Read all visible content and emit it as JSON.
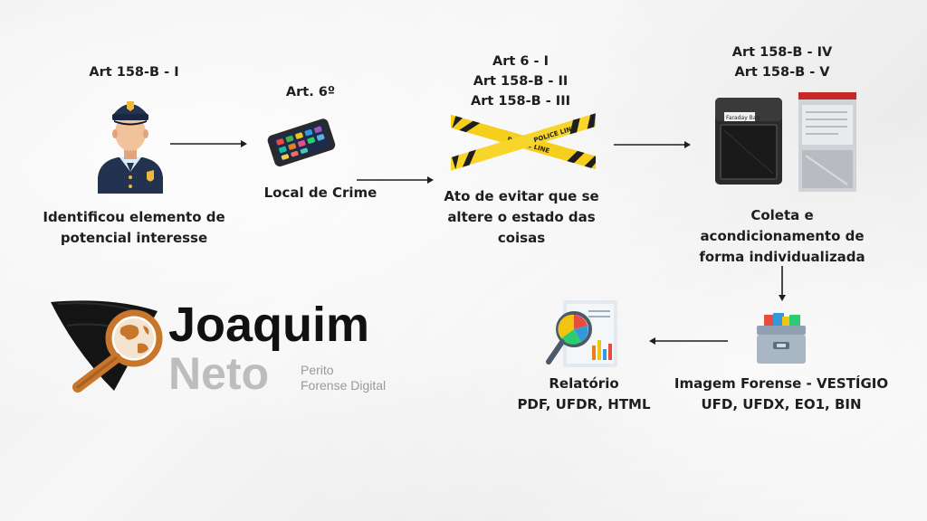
{
  "step1": {
    "article": "Art 158-B - I",
    "caption_lines": [
      "Identificou elemento de",
      "potencial interesse"
    ],
    "icon": "police-officer-icon"
  },
  "step2": {
    "article": "Art. 6º",
    "caption": "Local de Crime",
    "icon": "smartphone-icon"
  },
  "step3": {
    "articles": [
      "Art 6 - I",
      "Art 158-B - II",
      "Art 158-B - III"
    ],
    "caption_lines": [
      "Ato de evitar que se",
      "altere o estado das",
      "coisas"
    ],
    "tape_text": "POLICE LINE",
    "icon": "police-tape-icon"
  },
  "step4": {
    "articles": [
      "Art 158-B - IV",
      "Art 158-B - V"
    ],
    "caption_lines": [
      "Coleta e",
      "acondicionamento de",
      "forma individualizada"
    ],
    "bag_label": "Faraday Bag",
    "icon": "evidence-bags-icon"
  },
  "step5": {
    "caption_lines": [
      "Imagem Forense - VESTÍGIO",
      "UFD, UFDX, EO1, BIN"
    ],
    "icon": "file-drawer-icon"
  },
  "step6": {
    "caption_lines": [
      "Relatório",
      "PDF, UFDR, HTML"
    ],
    "icon": "report-magnifier-icon"
  },
  "logo": {
    "name_line1": "Joaquim",
    "name_line2": "Neto",
    "tagline": [
      "Perito",
      "Forense Digital"
    ],
    "icon": "magnifier-globe-logo-icon"
  },
  "colors": {
    "text": "#1e1e1e",
    "arrow": "#1e1e1e",
    "tape_yellow": "#f5cf1c",
    "logo_dark": "#111111",
    "logo_gray": "#bdbdbd",
    "logo_orange": "#c8762c"
  }
}
